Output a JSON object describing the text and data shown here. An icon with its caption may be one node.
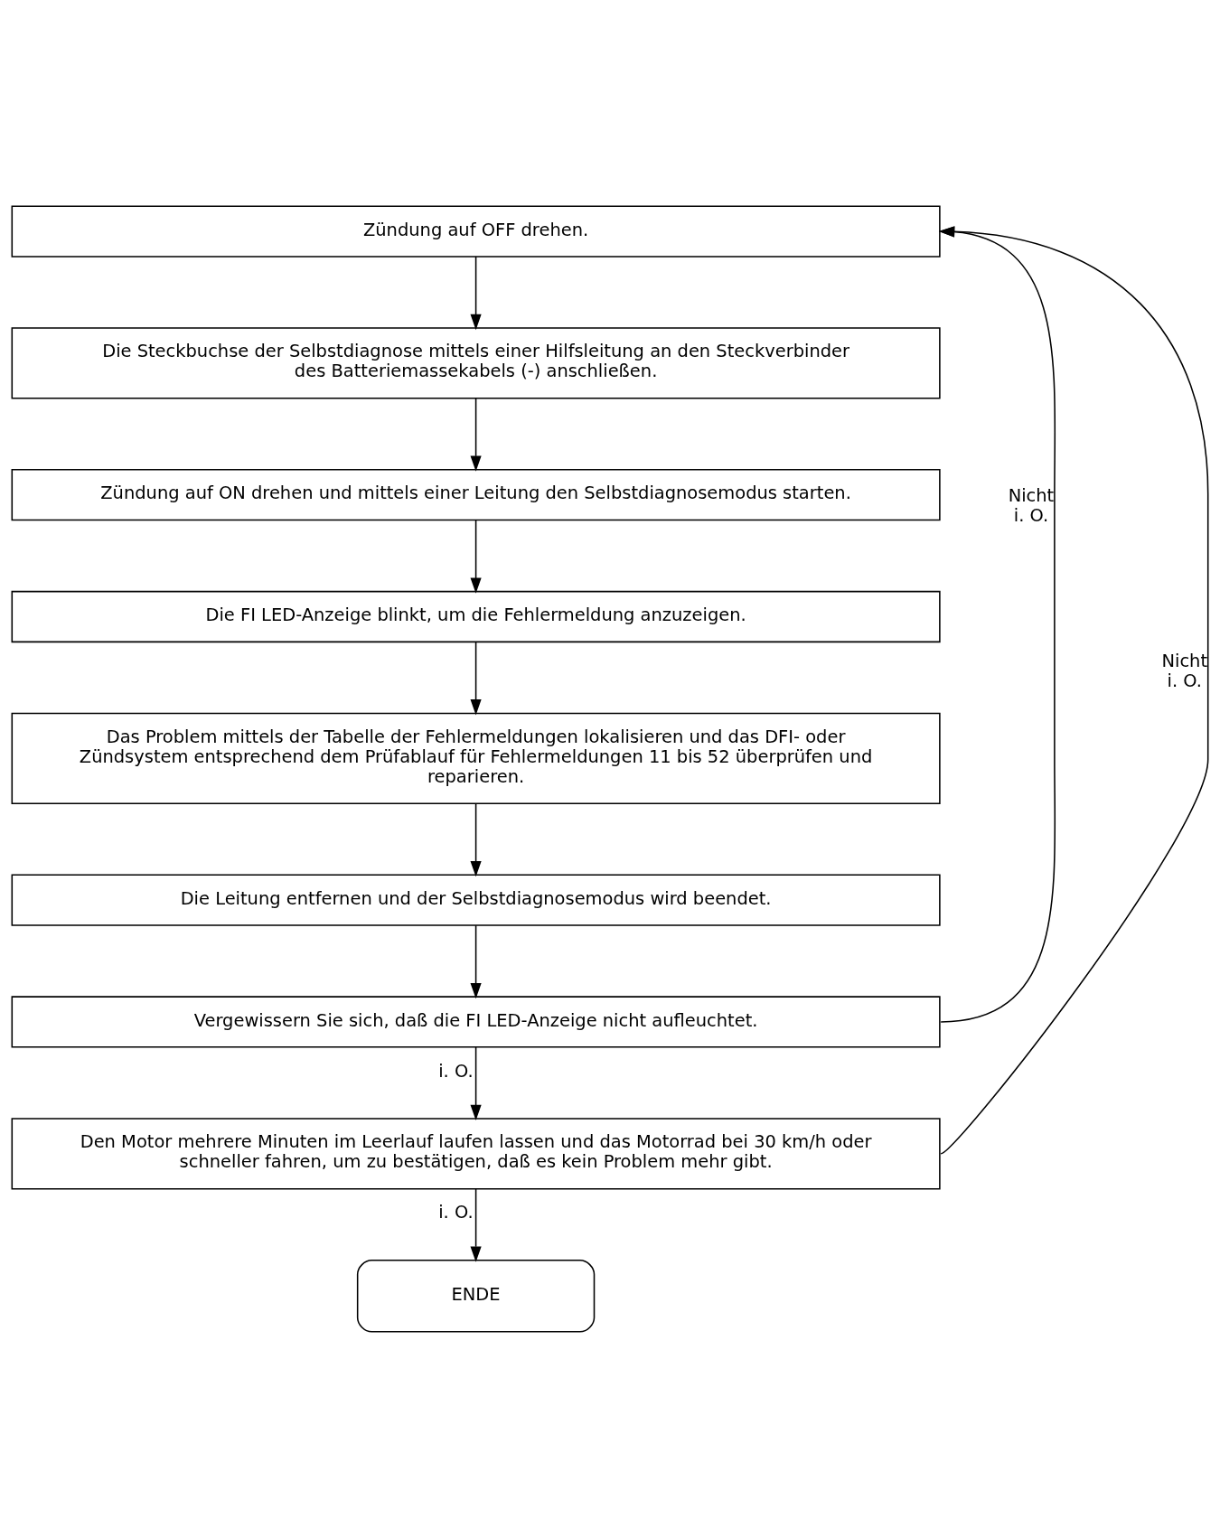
{
  "diagram": {
    "nodes": [
      {
        "text": [
          "Zündung auf OFF drehen."
        ]
      },
      {
        "text": [
          "Die Steckbuchse der Selbstdiagnose mittels einer Hilfsleitung an den Steckverbinder des Batteriemassekabels (-) anschließen."
        ]
      },
      {
        "text": [
          "Zündung auf ON drehen und mittels einer Leitung den Selbstdiagnosemodus starten."
        ]
      },
      {
        "text": [
          "Die FI LED-Anzeige blinkt, um die Fehlermeldung anzuzeigen."
        ]
      },
      {
        "text": [
          "Das Problem mittels der Tabelle der Fehlermeldungen lokalisieren und das DFI- oder Zündsystem entsprechend dem Prüfablauf für Fehlermeldungen 11 bis 52 überprüfen und reparieren."
        ]
      },
      {
        "text": [
          "Die Leitung entfernen und der Selbstdiagnosemodus wird beendet."
        ]
      },
      {
        "text": [
          "Vergewissern Sie sich, daß die FI LED-Anzeige nicht aufleuchtet."
        ]
      },
      {
        "text": [
          "Den Motor mehrere Minuten im Leerlauf laufen lassen und das Motorrad bei 30 km/h oder schneller fahren, um zu bestätigen, daß es kein Problem mehr gibt."
        ]
      },
      {
        "text": [
          "ENDE"
        ]
      }
    ],
    "edges": [
      {
        "from": 0,
        "to": 1,
        "arrow": "to"
      },
      {
        "from": 1,
        "to": 2,
        "arrow": "to"
      },
      {
        "from": 2,
        "to": 3,
        "arrow": "to"
      },
      {
        "from": 3,
        "to": 4,
        "arrow": "to"
      },
      {
        "from": 4,
        "to": 5,
        "arrow": "to"
      },
      {
        "from": 5,
        "to": 6,
        "arrow": "to"
      },
      {
        "from": 6,
        "to": 7,
        "arrow": "to",
        "label": "i. O."
      },
      {
        "from": 7,
        "to": 8,
        "arrow": "to",
        "label": "i. O."
      },
      {
        "from": 6,
        "to": 0,
        "arrow": "to",
        "label": "Nicht i. O."
      },
      {
        "from": 7,
        "to": 0,
        "arrow": "to",
        "label": "Nicht i. O."
      }
    ]
  }
}
